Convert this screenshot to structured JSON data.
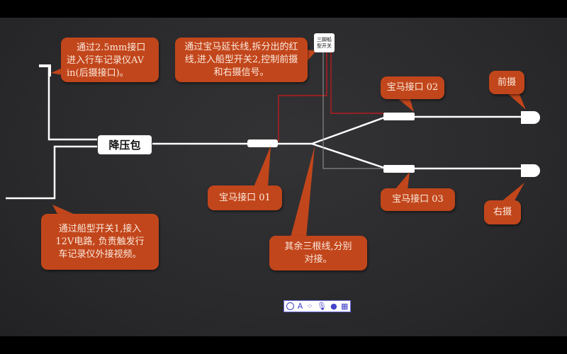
{
  "diagram": {
    "callouts": {
      "av_in": "通过2.5mm接口 进入行车记录仪AV in(后摄接口)。",
      "red_wire": "通过宝马延长线,拆分出的红线,进入船型开关2,控制前摄和右摄信号。",
      "bmw_02": "宝马接口 02",
      "front_cam": "前摄",
      "bmw_01": "宝马接口 01",
      "remaining": "其余三根线,分别对接。",
      "bmw_03": "宝马接口 03",
      "right_cam": "右摄",
      "switch1": "通过船型开关1,接入12V电路, 负责触发行车记录仪外接视频。"
    },
    "switch_box": "三脚船型开关",
    "step_down_box": "降压包"
  },
  "toolbar": {
    "items": [
      "ime-icon",
      "A",
      "dots-icon",
      "mic-icon",
      "user-icon",
      "grid-icon"
    ]
  },
  "colors": {
    "callout": "#c2461b",
    "wire": "#ffffff",
    "red_wire": "#d01818"
  }
}
